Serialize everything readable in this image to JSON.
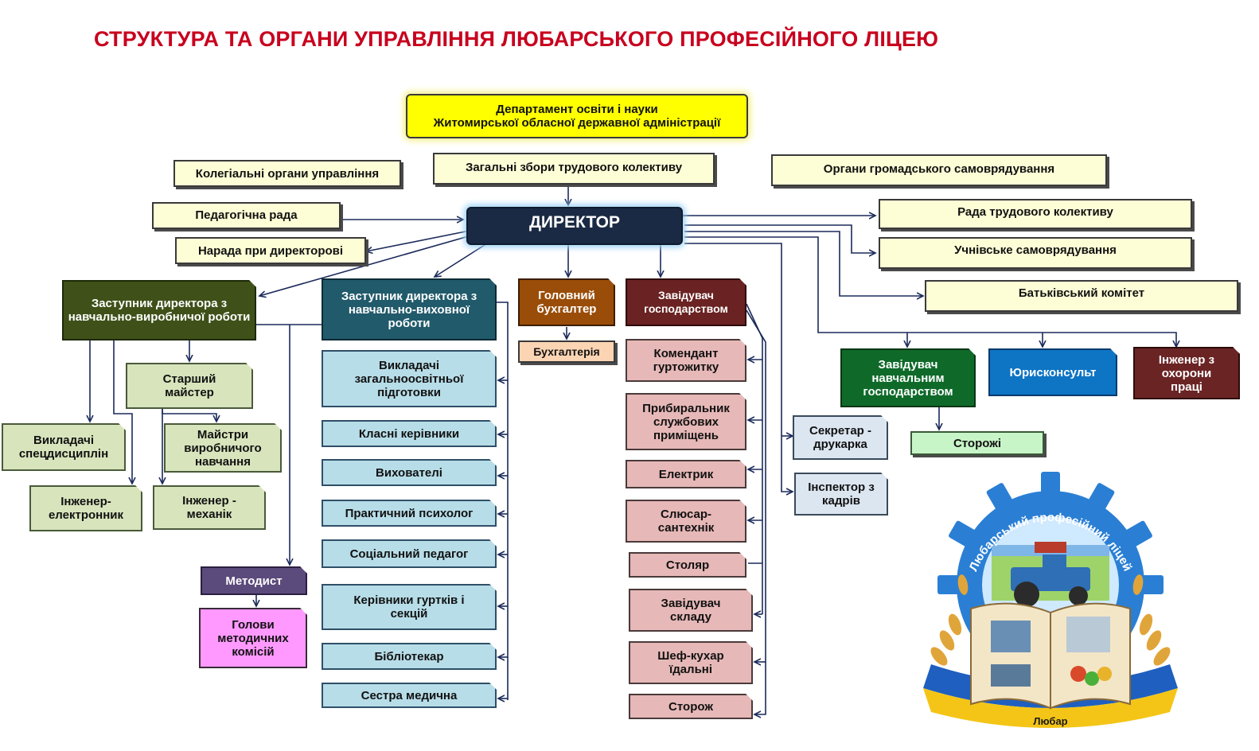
{
  "title": "СТРУКТУРА ТА ОРГАНИ УПРАВЛІННЯ ЛЮБАРСЬКОГО ПРОФЕСІЙНОГО ЛІЦЕЮ",
  "top": {
    "department_line1": "Департамент освіти і науки",
    "department_line2": "Житомирської обласної державної адміністрації",
    "general_assembly": "Загальні збори трудового колективу",
    "collegial": "Колегіальні органи управління",
    "public_self_gov": "Органи громадського самоврядування"
  },
  "director": "ДИРЕКТОР",
  "left_councils": {
    "pedagogical": "Педагогічна рада",
    "meeting": "Нарада при директорові"
  },
  "right_councils": {
    "labor_council": "Рада трудового колективу",
    "student_self_gov": "Учнівське самоврядування",
    "parents": "Батьківський комітет"
  },
  "deputy_production": {
    "title": "Заступник директора з навчально-виробничої роботи",
    "senior_master": "Старший майстер",
    "special_teachers": "Викладачі спецдисциплін",
    "masters": "Майстри виробничого навчання",
    "engineer_electronics": "Інженер-електронник",
    "engineer_mechanic": "Інженер - механік",
    "methodist": "Методист",
    "heads_commissions": "Голови методичних комісій"
  },
  "deputy_education": {
    "title": "Заступник директора з навчально-виховної роботи",
    "items": [
      "Викладачі загальноосвітньої підготовки",
      "Класні керівники",
      "Вихователі",
      "Практичний психолог",
      "Соціальний педагог",
      "Керівники гуртків і секцій",
      "Бібліотекар",
      "Сестра медична"
    ]
  },
  "accounting": {
    "chief": "Головний бухгалтер",
    "dept": "Бухгалтерія"
  },
  "household": {
    "title": "Завідувач господарством",
    "items": [
      "Комендант гуртожитку",
      "Прибиральник службових приміщень",
      "Електрик",
      "Слюсар-сантехнік",
      "Столяр",
      "Завідувач складу",
      "Шеф-кухар їдальні",
      "Сторож"
    ]
  },
  "office": {
    "secretary": "Секретар - друкарка",
    "hr": "Інспектор з кадрів"
  },
  "right_units": {
    "training_farm": "Завідувач навчальним господарством",
    "watchmen": "Сторожі",
    "lawyer": "Юрисконсульт",
    "safety_engineer": "Інженер з охорони праці"
  },
  "emblem": {
    "ring_text": "Любарський професійний ліцей",
    "place": "Любар"
  }
}
